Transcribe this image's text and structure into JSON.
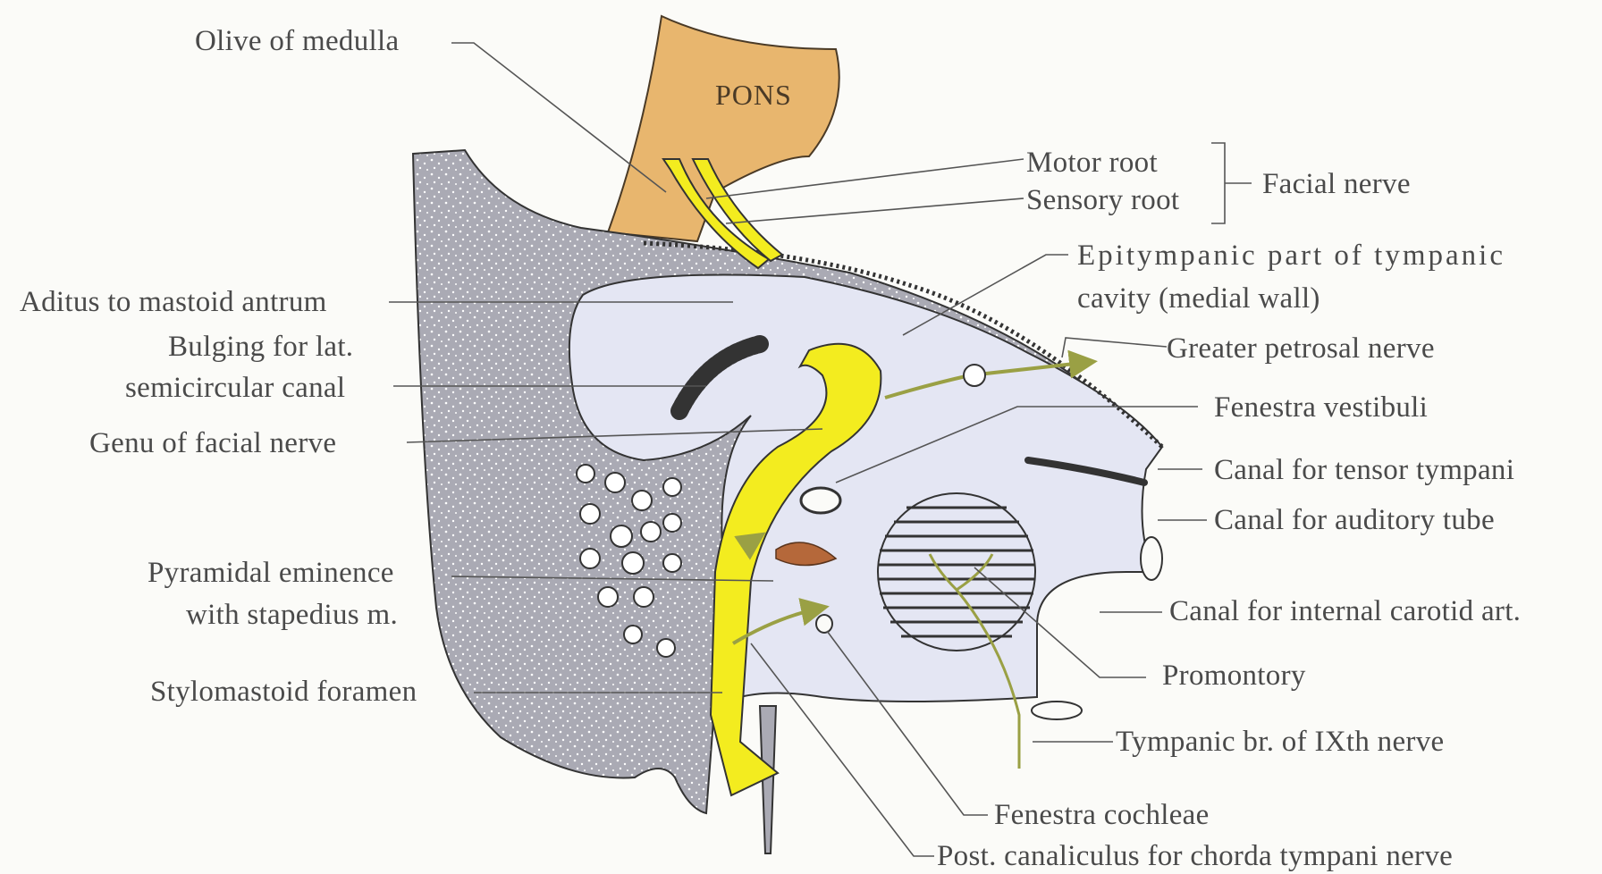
{
  "structure": {
    "pons": "PONS"
  },
  "labels": {
    "olive": "Olive of medulla",
    "motor_root": "Motor root",
    "sensory_root": "Sensory root",
    "facial_nerve": "Facial nerve",
    "epitympanic_1": "Epitympanic part of tympanic",
    "epitympanic_2": "cavity (medial wall)",
    "aditus": "Aditus to mastoid antrum",
    "greater_petrosal": "Greater petrosal nerve",
    "bulging_1": "Bulging for lat.",
    "bulging_2": "semicircular canal",
    "fenestra_vestibuli": "Fenestra vestibuli",
    "genu": "Genu of facial nerve",
    "tensor": "Canal for tensor tympani",
    "auditory_tube": "Canal for auditory tube",
    "pyramidal_1": "Pyramidal eminence",
    "pyramidal_2": "with stapedius m.",
    "carotid": "Canal for internal carotid art.",
    "promontory": "Promontory",
    "stylomastoid": "Stylomastoid foramen",
    "tympanic_ix": "Tympanic br. of IXth nerve",
    "fenestra_cochleae": "Fenestra cochleae",
    "chorda": "Post. canaliculus for chorda tympani nerve"
  },
  "colors": {
    "pons_fill": "#e8b66e",
    "bone_fill": "#aaaab4",
    "cavity_fill": "#e4e6f3",
    "nerve_fill": "#f3ec1f",
    "branch_color": "#9aa044",
    "muscle_color": "#b5683a",
    "leader_color": "#555555"
  }
}
